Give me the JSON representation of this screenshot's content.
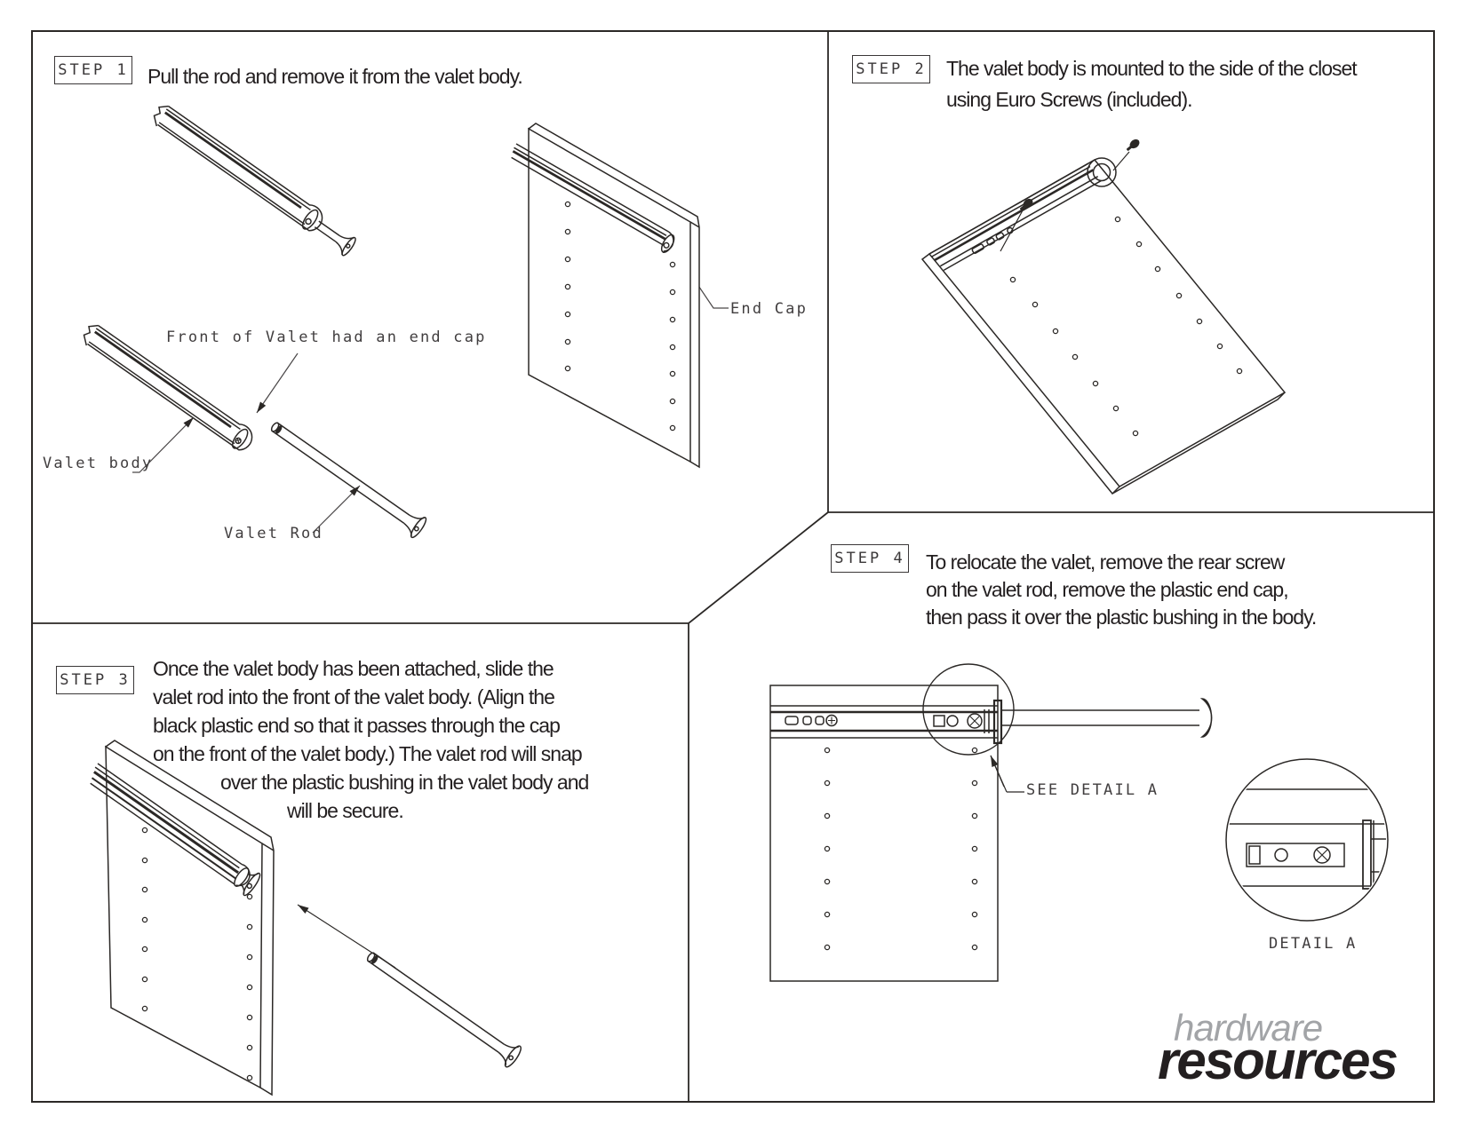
{
  "steps": [
    {
      "label": "STEP 1",
      "text_lines": [
        "Pull the rod and remove it from the valet body."
      ]
    },
    {
      "label": "STEP 2",
      "text_lines": [
        "The valet body is mounted to the side of the closet",
        "using Euro Screws (included)."
      ]
    },
    {
      "label": "STEP 3",
      "text_lines": [
        "Once the valet body has been attached, slide the",
        "valet rod into the front of the valet body.  (Align the",
        "black plastic end so that it passes through the cap",
        "on the front of the valet body.)  The valet rod will snap",
        "over the plastic bushing in the valet body and",
        "will be secure."
      ]
    },
    {
      "label": "STEP 4",
      "text_lines": [
        "To relocate the valet, remove the rear screw",
        "on the valet rod, remove the plastic end cap,",
        "then pass it over the plastic bushing in the body."
      ]
    }
  ],
  "callouts": {
    "front_of_valet": "Front of Valet had an end cap",
    "valet_body": "Valet body",
    "valet_rod": "Valet Rod",
    "end_cap": "End Cap",
    "see_detail": "SEE DETAIL A",
    "detail": "DETAIL A"
  },
  "logo": {
    "top": "hardware",
    "bottom": "resources",
    "top_color": "#a2a4a7",
    "bottom_color": "#231f20"
  },
  "colors": {
    "ink": "#2b2826",
    "label_ink": "#413e3f"
  }
}
